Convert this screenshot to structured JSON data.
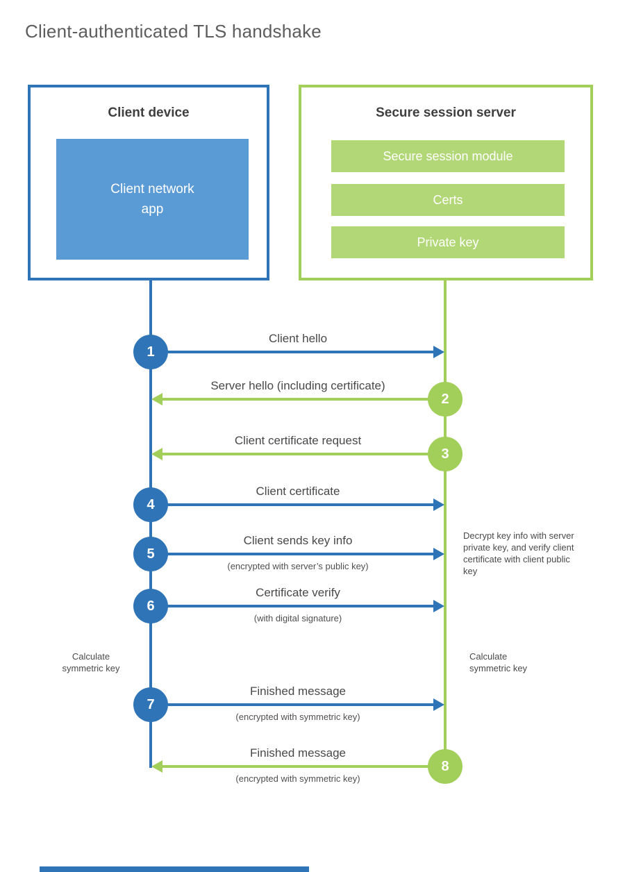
{
  "title": "Client-authenticated TLS handshake",
  "colors": {
    "client_accent": "#2e74b6",
    "client_fill": "#5b9bd5",
    "server_accent": "#a2ce5a",
    "server_fill": "#b2d776",
    "heading_text": "#3f3f3f",
    "label_text": "#484848"
  },
  "client": {
    "heading": "Client device",
    "app_label": "Client network\napp"
  },
  "server": {
    "heading": "Secure session server",
    "modules": [
      "Secure session module",
      "Certs",
      "Private key"
    ]
  },
  "steps": [
    {
      "num": "1",
      "label": "Client hello",
      "direction": "right",
      "actor": "client"
    },
    {
      "num": "2",
      "label": "Server hello (including certificate)",
      "direction": "left",
      "actor": "server"
    },
    {
      "num": "3",
      "label": "Client certificate request",
      "direction": "left",
      "actor": "server"
    },
    {
      "num": "4",
      "label": "Client certificate",
      "direction": "right",
      "actor": "client"
    },
    {
      "num": "5",
      "label": "Client sends key info",
      "sublabel": "(encrypted with server’s public key)",
      "direction": "right",
      "actor": "client"
    },
    {
      "num": "6",
      "label": "Certificate verify",
      "sublabel": "(with digital signature)",
      "direction": "right",
      "actor": "client"
    },
    {
      "num": "7",
      "label": "Finished message",
      "sublabel": "(encrypted with symmetric key)",
      "direction": "right",
      "actor": "client"
    },
    {
      "num": "8",
      "label": "Finished message",
      "sublabel": "(encrypted with symmetric key)",
      "direction": "left",
      "actor": "server"
    }
  ],
  "notes": {
    "decrypt_note": "Decrypt key info with server private key, and verify client certificate with client public key",
    "calc_left": "Calculate\nsymmetric key",
    "calc_right": "Calculate\nsymmetric key"
  }
}
